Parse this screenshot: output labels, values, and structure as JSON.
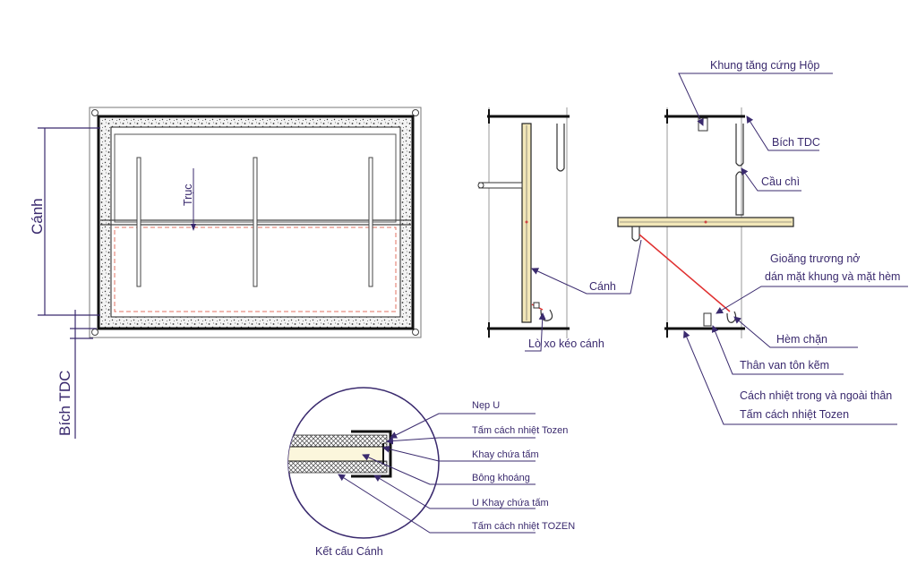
{
  "labels": {
    "canh_dim": "Cánh",
    "bich_tdc_left": "Bích TDC",
    "truc": "Trục",
    "canh_callout": "Cánh",
    "lo_xo": "Lò xo kéo cánh",
    "khung_tang_cung": "Khung tăng cứng Hộp",
    "bich_tdc_right": "Bích TDC",
    "cau_chi": "Cầu chì",
    "gioang_line1": "Gioăng trương nở",
    "gioang_line2": "dán mặt khung và mặt hèm",
    "hem_chan": "Hèm chặn",
    "than_van": "Thân van tôn kẽm",
    "cach_nhiet_line1": "Cách nhiệt trong và ngoài thân",
    "cach_nhiet_line2": "Tấm cách nhiệt Tozen",
    "detail_title": "Kết cấu Cánh",
    "detail_items": [
      "Nẹp U",
      "Tấm cách nhiệt Tozen",
      "Khay chứa tấm",
      "Bông khoáng",
      "U Khay chứa tấm",
      "Tấm cách nhiệt TOZEN"
    ]
  },
  "colors": {
    "ink": "#222222",
    "label": "#3a2a6e",
    "spring": "#e03030",
    "blade": "#f2e7b8"
  }
}
